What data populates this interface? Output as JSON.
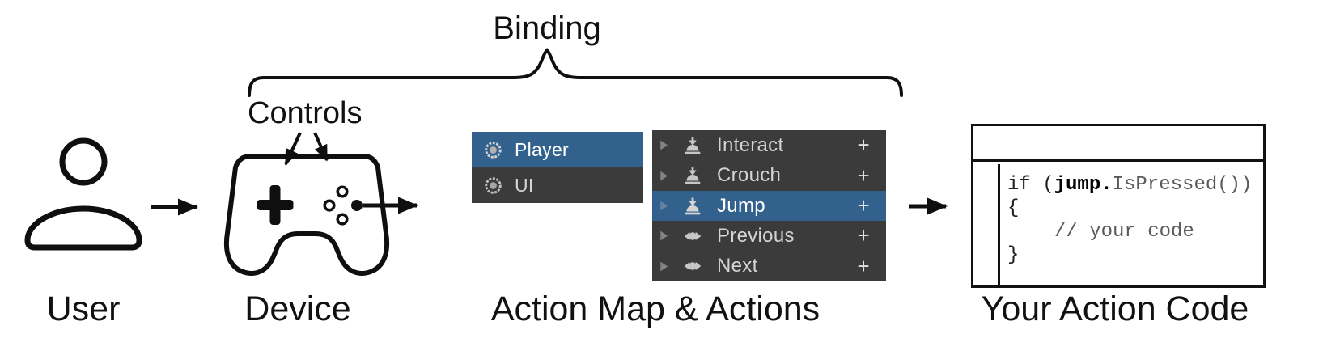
{
  "labels": {
    "binding": "Binding",
    "controls": "Controls",
    "user": "User",
    "device": "Device",
    "action_map": "Action Map & Actions",
    "action_code": "Your Action Code"
  },
  "colors": {
    "selection_blue": "#31618c",
    "panel_dark": "#3b3b3b",
    "row_text": "#d4d4d4",
    "selected_row_text": "#ffffff",
    "icon_gray": "#c6c6c6",
    "line_art_black": "#0f0f0f",
    "code_muted_gray": "#5a5a5a"
  },
  "icons": {
    "user": "person-icon",
    "device": "gamepad-icon",
    "action_map_item": "control-scheme-icon",
    "button_action": "button-press-icon",
    "axis_action": "axis-composite-icon",
    "row_expander": "expander-triangle-icon"
  },
  "action_map_panel": {
    "items": [
      {
        "label": "Player",
        "icon": "control-scheme-icon",
        "selected": true
      },
      {
        "label": "UI",
        "icon": "control-scheme-icon",
        "selected": false
      }
    ]
  },
  "actions_panel": {
    "items": [
      {
        "label": "Interact",
        "icon": "button-press-icon",
        "selected": false,
        "add": "+"
      },
      {
        "label": "Crouch",
        "icon": "button-press-icon",
        "selected": false,
        "add": "+"
      },
      {
        "label": "Jump",
        "icon": "button-press-icon",
        "selected": true,
        "add": "+"
      },
      {
        "label": "Previous",
        "icon": "axis-composite-icon",
        "selected": false,
        "add": "+"
      },
      {
        "label": "Next",
        "icon": "axis-composite-icon",
        "selected": false,
        "add": "+"
      }
    ]
  },
  "code_window": {
    "line1_keyword": "if (",
    "line1_action": "jump.",
    "line1_call": "IsPressed())",
    "line2": "{",
    "line3_comment": "// your code",
    "line4": "}"
  }
}
